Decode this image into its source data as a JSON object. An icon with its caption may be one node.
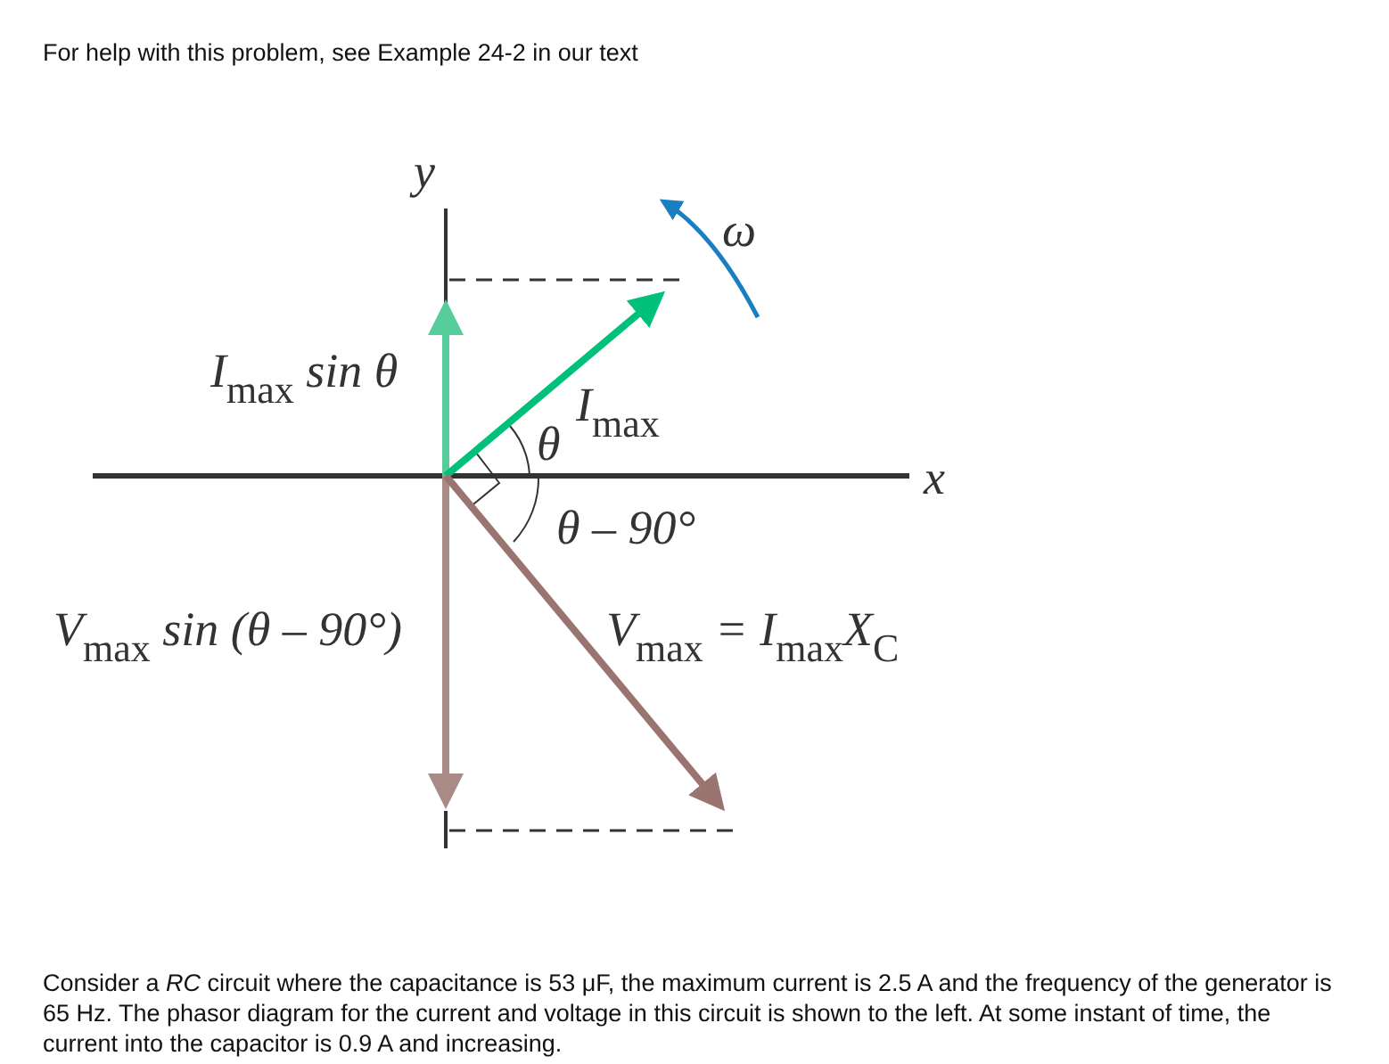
{
  "diagram": {
    "title": "For help with this problem, see Example 24-2 in our text",
    "caption": "Consider a *RC* circuit where the capacitance is 53 μF, the maximum current is 2.5 A and the frequency of the generator is 65 Hz. The phasor diagram for the current and voltage in this circuit is shown to the left. At some instant of time, the current into the capacitor is 0.9 A and increasing.",
    "labels": [
      "y",
      "ω",
      "I$_{max}$ sin θ",
      "I$_{max}$",
      "θ",
      "x",
      "θ – 90°",
      "V$_{max}$ sin (θ – 90°)",
      "V$_{max}$ = I$_{max}$X$_{C}$"
    ]
  }
}
